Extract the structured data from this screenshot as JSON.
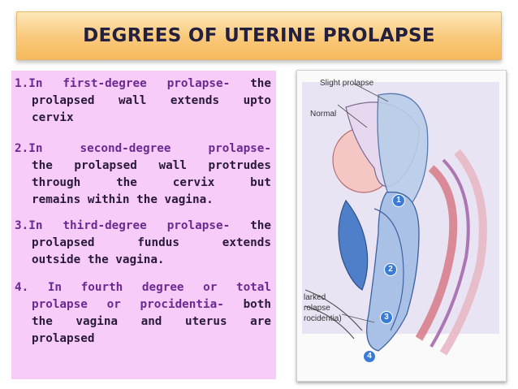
{
  "title": "DEGREES OF UTERINE PROLAPSE",
  "points": [
    {
      "line1_key": "1.In first-degree prolapse-",
      "line1_rest": "the",
      "line2": "prolapsed wall extends upto",
      "line3": "cervix"
    },
    {
      "line1_key": "2.In second-degree prolapse-",
      "line2": "the prolapsed  wall protrudes",
      "line3": "through   the   cervix   but",
      "line4": "remains within the vagina."
    },
    {
      "line1_key": "3.In third-degree prolapse-",
      "line1_rest": "the",
      "line2": "prolapsed   fundus   extends",
      "line3": "outside the vagina."
    },
    {
      "line1_key": "4. In fourth degree or total",
      "line2_key": "prolapse or procidentia-",
      "line2_rest": "both",
      "line3": "the vagina and uterus are",
      "line4": "prolapsed"
    }
  ],
  "figure": {
    "label_slight": "Slight prolapse",
    "label_normal": "Normal",
    "label_marked_1": "larked",
    "label_marked_2": "rolapse",
    "label_marked_3": "rocidentia)",
    "markers": [
      "1",
      "2",
      "3",
      "4"
    ]
  }
}
